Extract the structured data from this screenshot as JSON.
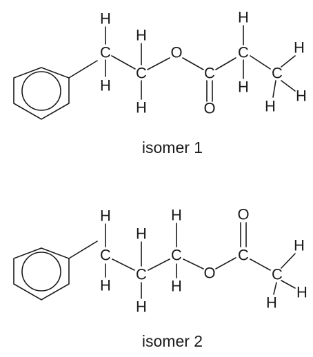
{
  "atom_labels": {
    "carbon": "C",
    "hydrogen": "H",
    "oxygen": "O"
  },
  "isomers": [
    {
      "caption": "isomer 1"
    },
    {
      "caption": "isomer 2"
    }
  ],
  "colors": {
    "ink": "#1a1a1a",
    "background": "#ffffff"
  }
}
